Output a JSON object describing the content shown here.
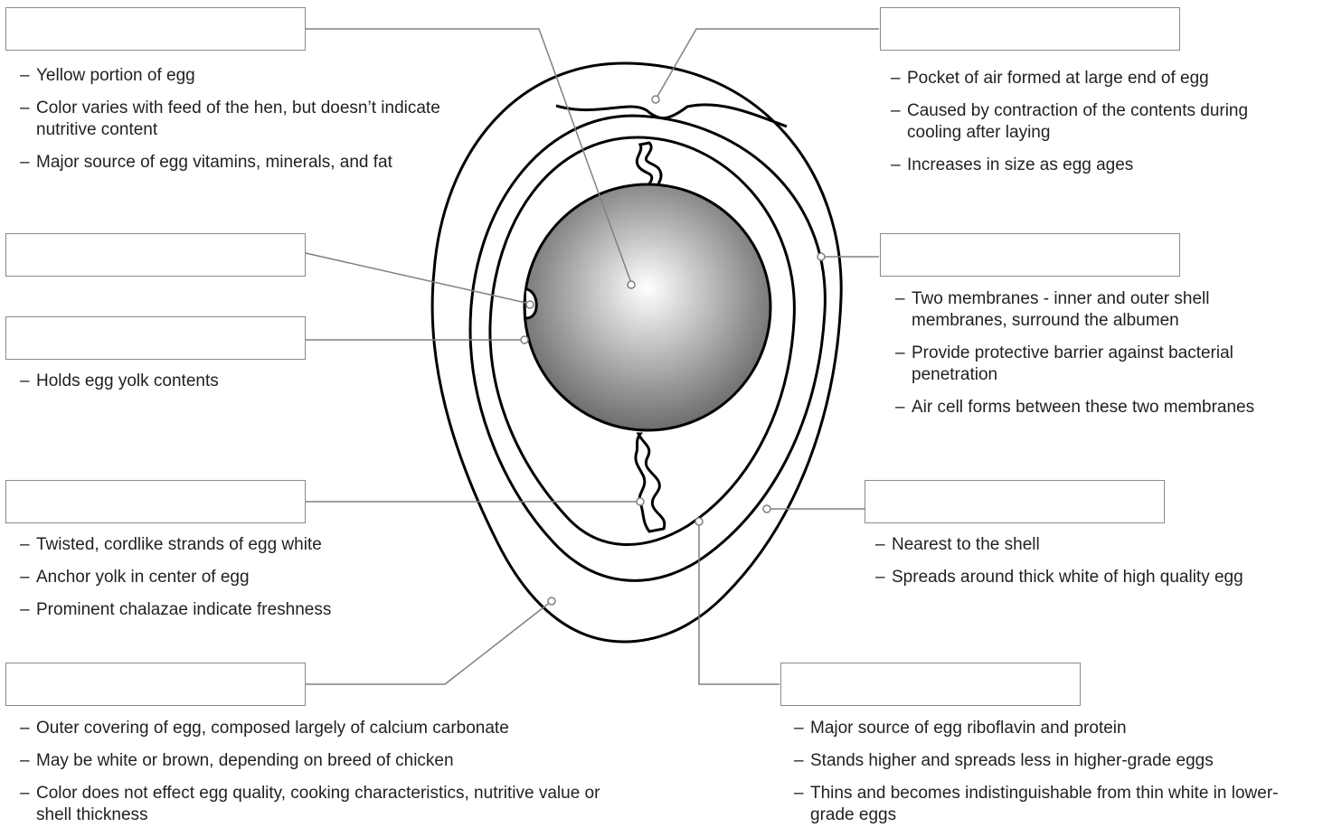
{
  "colors": {
    "outline": "#000000",
    "leader_line": "#808080",
    "box_border": "#8a8a8a",
    "yolk_center": "#ffffff",
    "yolk_edge": "#6d6d6d",
    "text": "#231f20"
  },
  "parts": {
    "yolk": {
      "label": "",
      "notes": [
        "Yellow portion of egg",
        "Color varies with feed of the hen, but doesn’t indicate nutritive content",
        "Major source of egg vitamins, minerals, and fat"
      ]
    },
    "germinal_disc": {
      "label": "",
      "notes": []
    },
    "vitelline_membrane": {
      "label": "",
      "notes": [
        "Holds egg yolk contents"
      ]
    },
    "chalazae": {
      "label": "",
      "notes": [
        "Twisted, cordlike strands of egg white",
        "Anchor yolk in center of egg",
        "Prominent chalazae indicate freshness"
      ]
    },
    "shell": {
      "label": "",
      "notes": [
        "Outer covering of egg, composed largely of calcium carbonate",
        "May be white or brown, depending on breed of chicken",
        "Color does not effect egg quality, cooking characteristics, nutritive value or shell thickness"
      ]
    },
    "air_cell": {
      "label": "",
      "notes": [
        "Pocket of air formed at large end of egg",
        "Caused by contraction of the contents during cooling after laying",
        "Increases in size as egg ages"
      ]
    },
    "shell_membranes": {
      "label": "",
      "notes": [
        "Two membranes - inner and outer shell membranes, surround the albumen",
        "Provide protective barrier against bacterial penetration",
        "Air cell forms between these two membranes"
      ]
    },
    "thin_white": {
      "label": "",
      "notes": [
        "Nearest to the shell",
        "Spreads around thick white of high quality egg"
      ]
    },
    "thick_white": {
      "label": "",
      "notes": [
        "Major source of egg riboflavin and protein",
        "Stands higher and spreads less in higher-grade eggs",
        "Thins and becomes indistinguishable from thin white in lower-grade eggs"
      ]
    }
  }
}
